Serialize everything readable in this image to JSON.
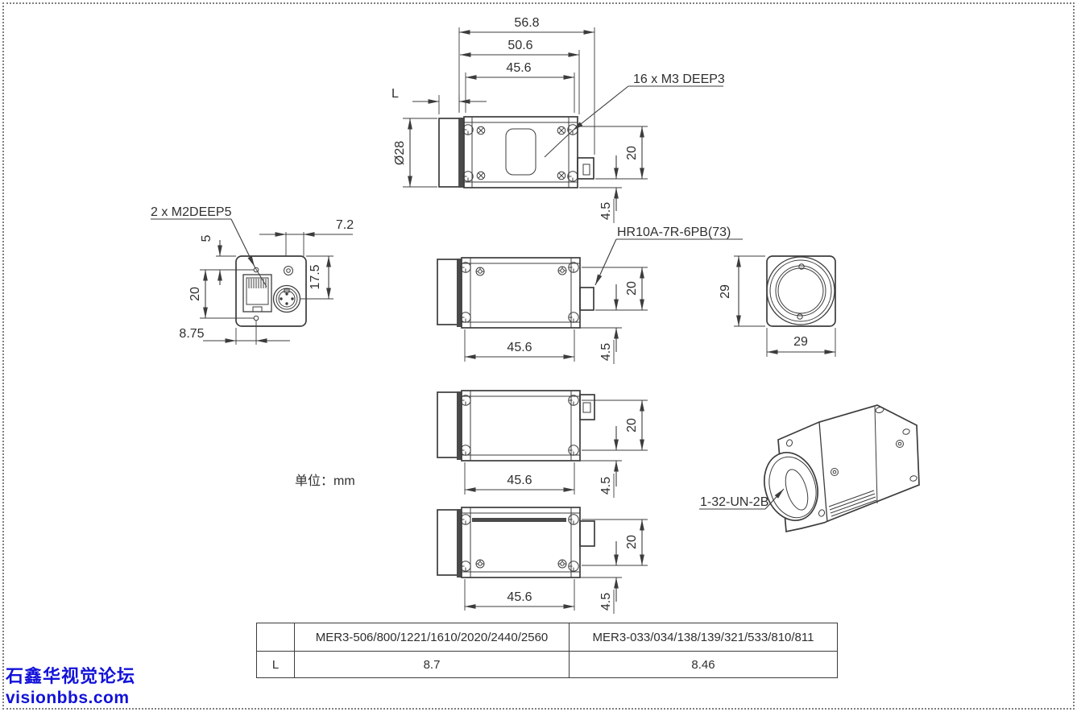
{
  "drawing": {
    "unit": "单位：mm",
    "labels": {
      "m3": "16 x  M3 DEEP3",
      "m2": "2 x  M2DEEP5",
      "hr10a": "HR10A-7R-6PB(73)",
      "thread": "1-32-UN-2B"
    },
    "dims": {
      "d56_8": "56.8",
      "d50_6": "50.6",
      "d45_6": "45.6",
      "dL": "L",
      "dia28": "Ø28",
      "d20": "20",
      "d4_5": "4.5",
      "d7_2": "7.2",
      "d5": "5",
      "d17_5": "17.5",
      "d8_75": "8.75",
      "d29": "29"
    }
  },
  "table": {
    "col_headers": [
      "",
      "MER3-506/800/1221/1610/2020/2440/2560",
      "MER3-033/034/138/139/321/533/810/811"
    ],
    "row_label": "L",
    "values": [
      "8.7",
      "8.46"
    ]
  },
  "watermark": {
    "line1": "石鑫华视觉论坛",
    "line2": "visionbbs.com",
    "color": "#1212d9"
  },
  "colors": {
    "line": "#3c3c3c",
    "border_dots": "#7f7f7f"
  }
}
